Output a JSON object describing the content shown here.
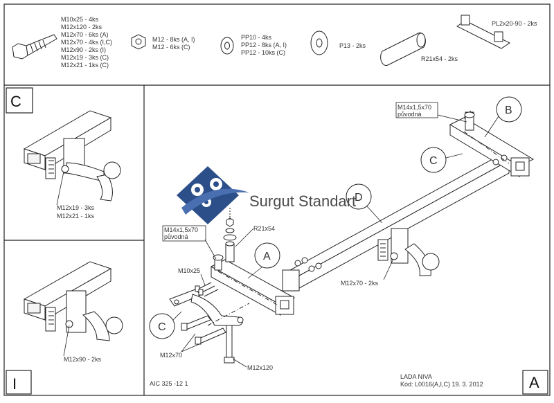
{
  "watermark": {
    "text": "Surgut Standart"
  },
  "parts": {
    "bolts": [
      "M10x25 - 4ks",
      "M12x120 - 2ks",
      "M12x70 - 6ks (A)",
      "M12x70 - 4ks (I,C)",
      "M12x90 - 2ks (I)",
      "M12x19 - 3ks (C)",
      "M12x21 - 1ks (C)"
    ],
    "nuts": [
      "M12 - 8ks (A, I)",
      "M12 - 6ks (C)"
    ],
    "washers": [
      "PP10 - 4ks",
      "PP12 - 8ks (A, I)",
      "PP12 - 10ks (C)"
    ],
    "washer_p13": "P13 - 2ks",
    "spacer": "R21x54 - 2ks",
    "plate": "PL2x20-90 - 2ks"
  },
  "panel_c": {
    "letter": "C",
    "labels": [
      "M12x19 - 3ks",
      "M12x21 - 1ks"
    ]
  },
  "panel_i": {
    "letter": "I",
    "label": "M12x90 - 2ks"
  },
  "main": {
    "letter": "A",
    "callouts": {
      "a": "A",
      "b": "B",
      "c1": "C",
      "c2": "C",
      "d": "D"
    },
    "orig_left": [
      "M14x1,5x70",
      "původná"
    ],
    "orig_right": [
      "M14x1,5x70",
      "původná"
    ],
    "r21": "R21x54",
    "m10": "M10x25",
    "m12x70_bottom": "M12x70",
    "m12x120": "M12x120",
    "m12x70_ball": "M12x70 - 2ks",
    "doc_no": "AIC 325 -12 1",
    "vehicle": "LADA NIVA",
    "code": "Kód: L0016(A,I,C)  19. 3. 2012"
  }
}
